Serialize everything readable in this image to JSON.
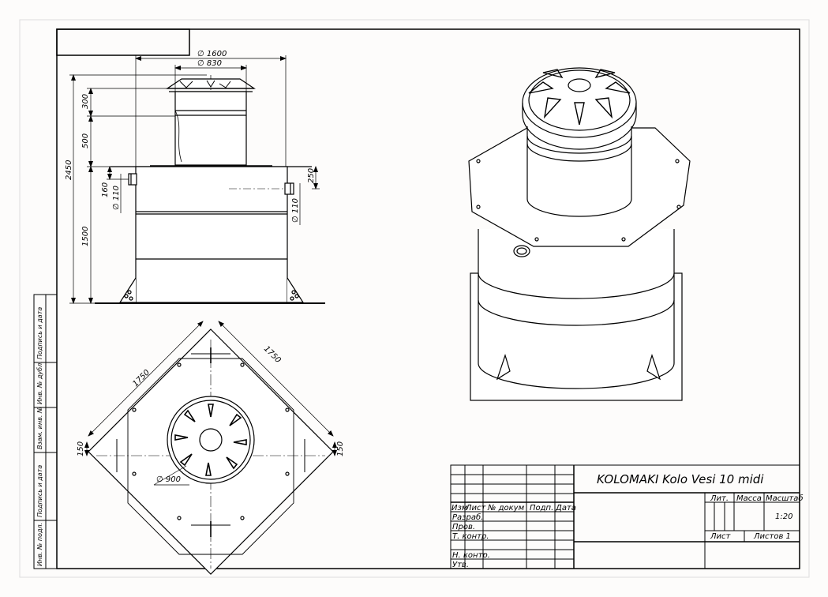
{
  "drawing": {
    "title": "KOLOMAKI Kolo Vesi 10 midi",
    "scale": "1:20",
    "dimensions": {
      "d_1600": "∅ 1600",
      "d_830": "∅ 830",
      "h_300": "300",
      "h_500": "500",
      "h_2450": "2450",
      "h_1500": "1500",
      "h_160": "160",
      "d_110_left": "∅ 110",
      "d_110_right": "∅ 110",
      "h_250": "250",
      "w_1750_left": "1750",
      "w_1750_right": "1750",
      "w_150_left": "150",
      "w_150_right": "150",
      "d_900": "∅ 900"
    }
  },
  "title_block": {
    "headers": [
      "Изм",
      "Лист",
      "№ докум",
      "Подп.",
      "Дата"
    ],
    "rows": [
      "Разраб.",
      "Пров.",
      "Т. контр.",
      "",
      "Н. контр.",
      "Утв."
    ],
    "lit": "Лит.",
    "massa": "Масса",
    "masshtab": "Масштаб",
    "list": "Лист",
    "listov": "Листов 1"
  },
  "side_strip": [
    "Подпись и дата",
    "Инв. № дубл.",
    "Взам. инв. №",
    "Подпись и дата",
    "Инв. № подл."
  ]
}
